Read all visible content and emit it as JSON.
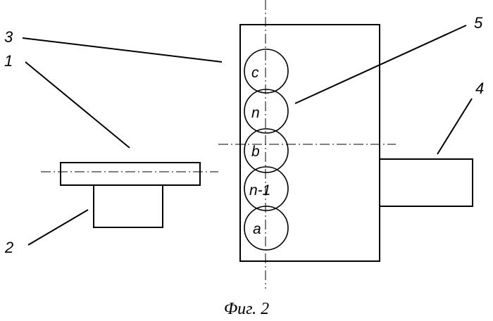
{
  "labels": {
    "part_1": "1",
    "part_2": "2",
    "part_3": "3",
    "part_4": "4",
    "part_5": "5"
  },
  "circles": [
    "c",
    "n",
    "b",
    "n-1",
    "a"
  ],
  "caption": "Фиг. 2"
}
